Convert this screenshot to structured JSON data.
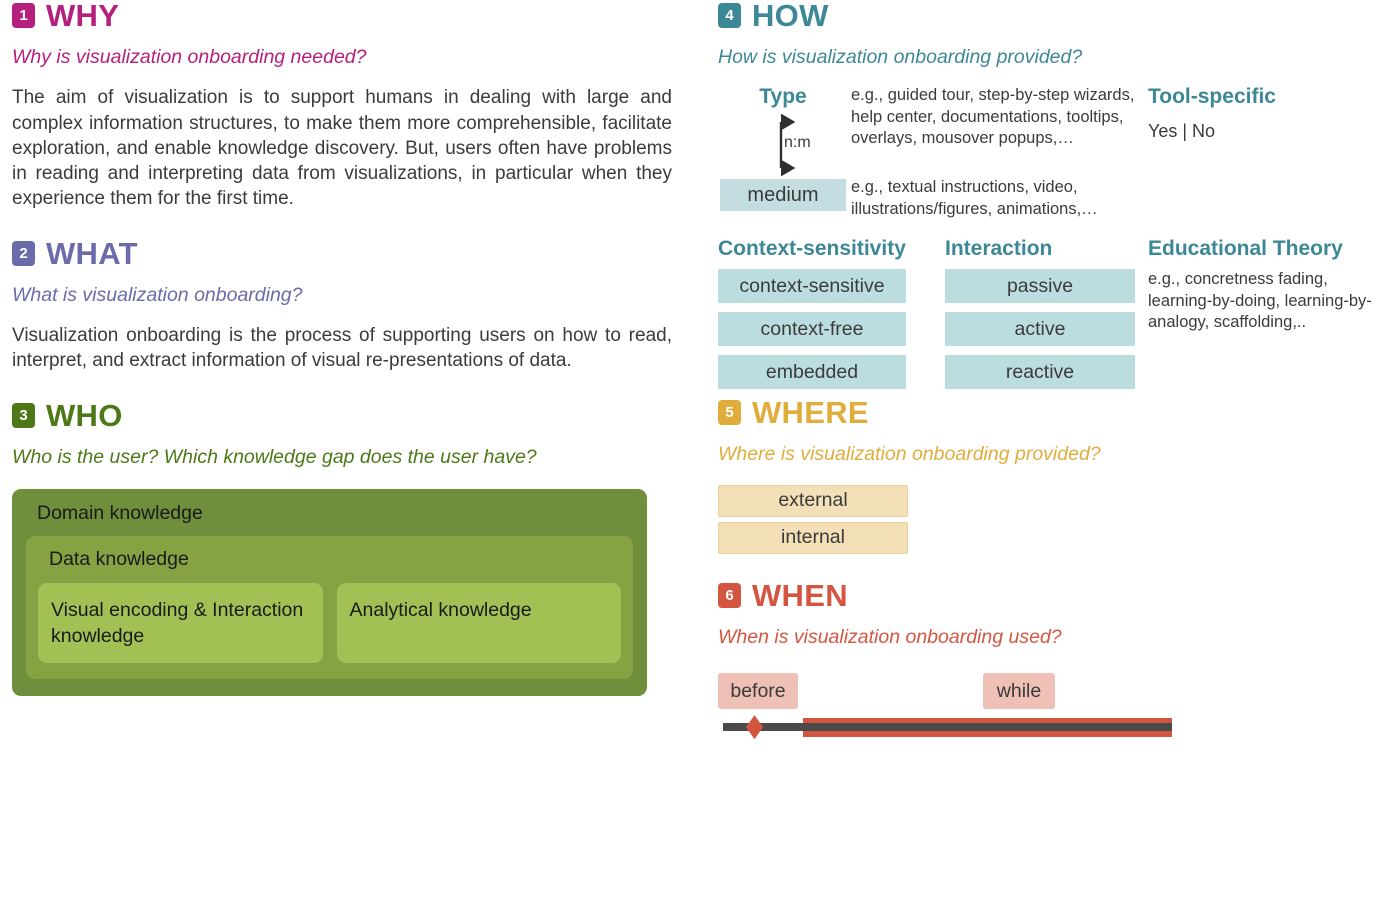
{
  "sections": {
    "why": {
      "number": "1",
      "title": "WHY",
      "question": "Why is visualization onboarding needed?",
      "body": "The aim of visualization is to support humans in dealing with large and complex information structures, to make them more comprehensible, facilitate exploration, and enable knowledge discovery. But, users often have problems in reading and interpreting data from visualizations, in particular when they experience them for the first time.",
      "color": "#b51f7d"
    },
    "what": {
      "number": "2",
      "title": "WHAT",
      "question": "What is visualization onboarding?",
      "body": "Visualization onboarding is the process of supporting users on how to read, interpret, and extract information of visual re-presentations of data.",
      "color": "#6b6bab"
    },
    "who": {
      "number": "3",
      "title": "WHO",
      "question": "Who is the user? Which knowledge gap does the user have?",
      "color": "#4e7818",
      "knowledge": {
        "outer_label": "Domain knowledge",
        "mid_label": "Data knowledge",
        "leaves": [
          "Visual encoding & Interaction knowledge",
          "Analytical knowledge"
        ]
      }
    },
    "how": {
      "number": "4",
      "title": "HOW",
      "question": "How is visualization onboarding provided?",
      "color": "#3d8896",
      "type_label": "Type",
      "cardinality_label": "n:m",
      "medium_label": "medium",
      "type_examples": "e.g., guided tour, step-by-step wizards, help center, documentations, tooltips, overlays, mousover popups,…",
      "medium_examples": "e.g., textual instructions, video, illustrations/figures, animations,…",
      "tool_specific_label": "Tool-specific",
      "tool_specific_value": "Yes | No",
      "columns": [
        {
          "header": "Context-sensitivity",
          "options": [
            "context-sensitive",
            "context-free",
            "embedded"
          ]
        },
        {
          "header": "Interaction",
          "options": [
            "passive",
            "active",
            "reactive"
          ]
        }
      ],
      "educational_theory": {
        "header": "Educational Theory",
        "text": "e.g., concretness fading, learning-by-doing, learning-by-analogy, scaffolding,.."
      }
    },
    "where": {
      "number": "5",
      "title": "WHERE",
      "question": "Where is visualization onboarding provided?",
      "color": "#e0ad3d",
      "options": [
        "external",
        "internal"
      ]
    },
    "when": {
      "number": "6",
      "title": "WHEN",
      "question": "When is visualization onboarding used?",
      "color": "#d45540",
      "options": [
        "before",
        "while"
      ]
    }
  }
}
